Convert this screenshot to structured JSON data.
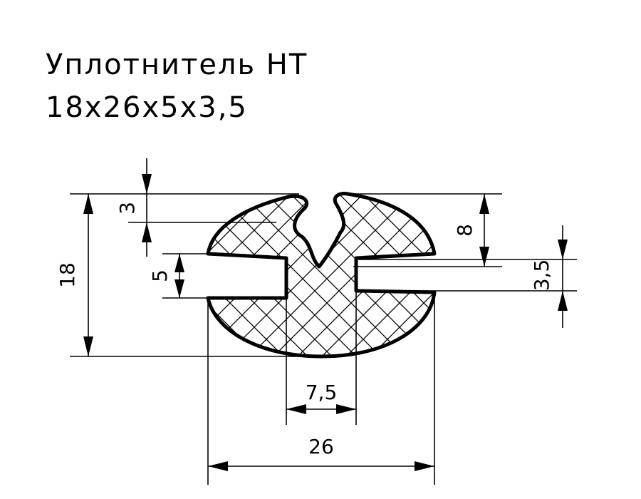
{
  "title": {
    "name": "Уплотнитель НТ",
    "size": "18x26x5x3,5"
  },
  "dimensions": {
    "height_total": "18",
    "top_gap": "3",
    "slot_height": "5",
    "lip_height": "8",
    "slot_right": "3,5",
    "neck_width": "7,5",
    "width_total": "26"
  },
  "colors": {
    "line": "#000000",
    "background": "#ffffff"
  }
}
